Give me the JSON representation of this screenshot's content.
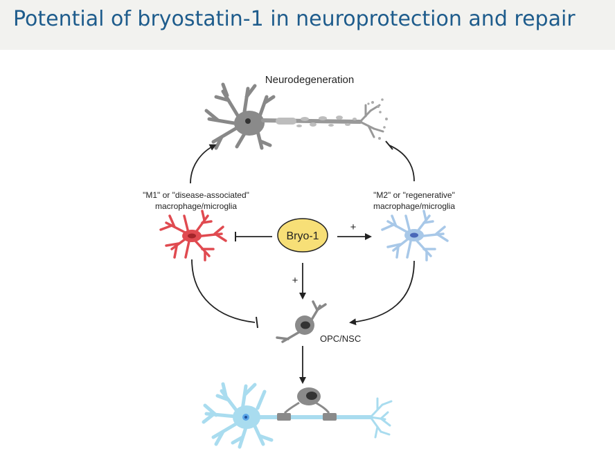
{
  "slide": {
    "title": "Potential of bryostatin-1 in neuroprotection and repair"
  },
  "diagram": {
    "top_label": "Neurodegeneration",
    "m1_label_line1": "\"M1\" or \"disease-associated\"",
    "m1_label_line2": "macrophage/microglia",
    "m2_label_line1": "\"M2\" or \"regenerative\"",
    "m2_label_line2": "macrophage/microglia",
    "center_label": "Bryo-1",
    "plus_right": "+",
    "plus_down": "+",
    "opc_label": "OPC/NSC"
  },
  "colors": {
    "title": "#1e5c8c",
    "title_band": "#f2f2ef",
    "bryo_fill": "#f7df77",
    "m1_cell": "#e04a50",
    "m2_cell": "#a8c8e8",
    "neuron_grey": "#8a8a8a",
    "myelinated_neuron": "#a9dcef"
  }
}
